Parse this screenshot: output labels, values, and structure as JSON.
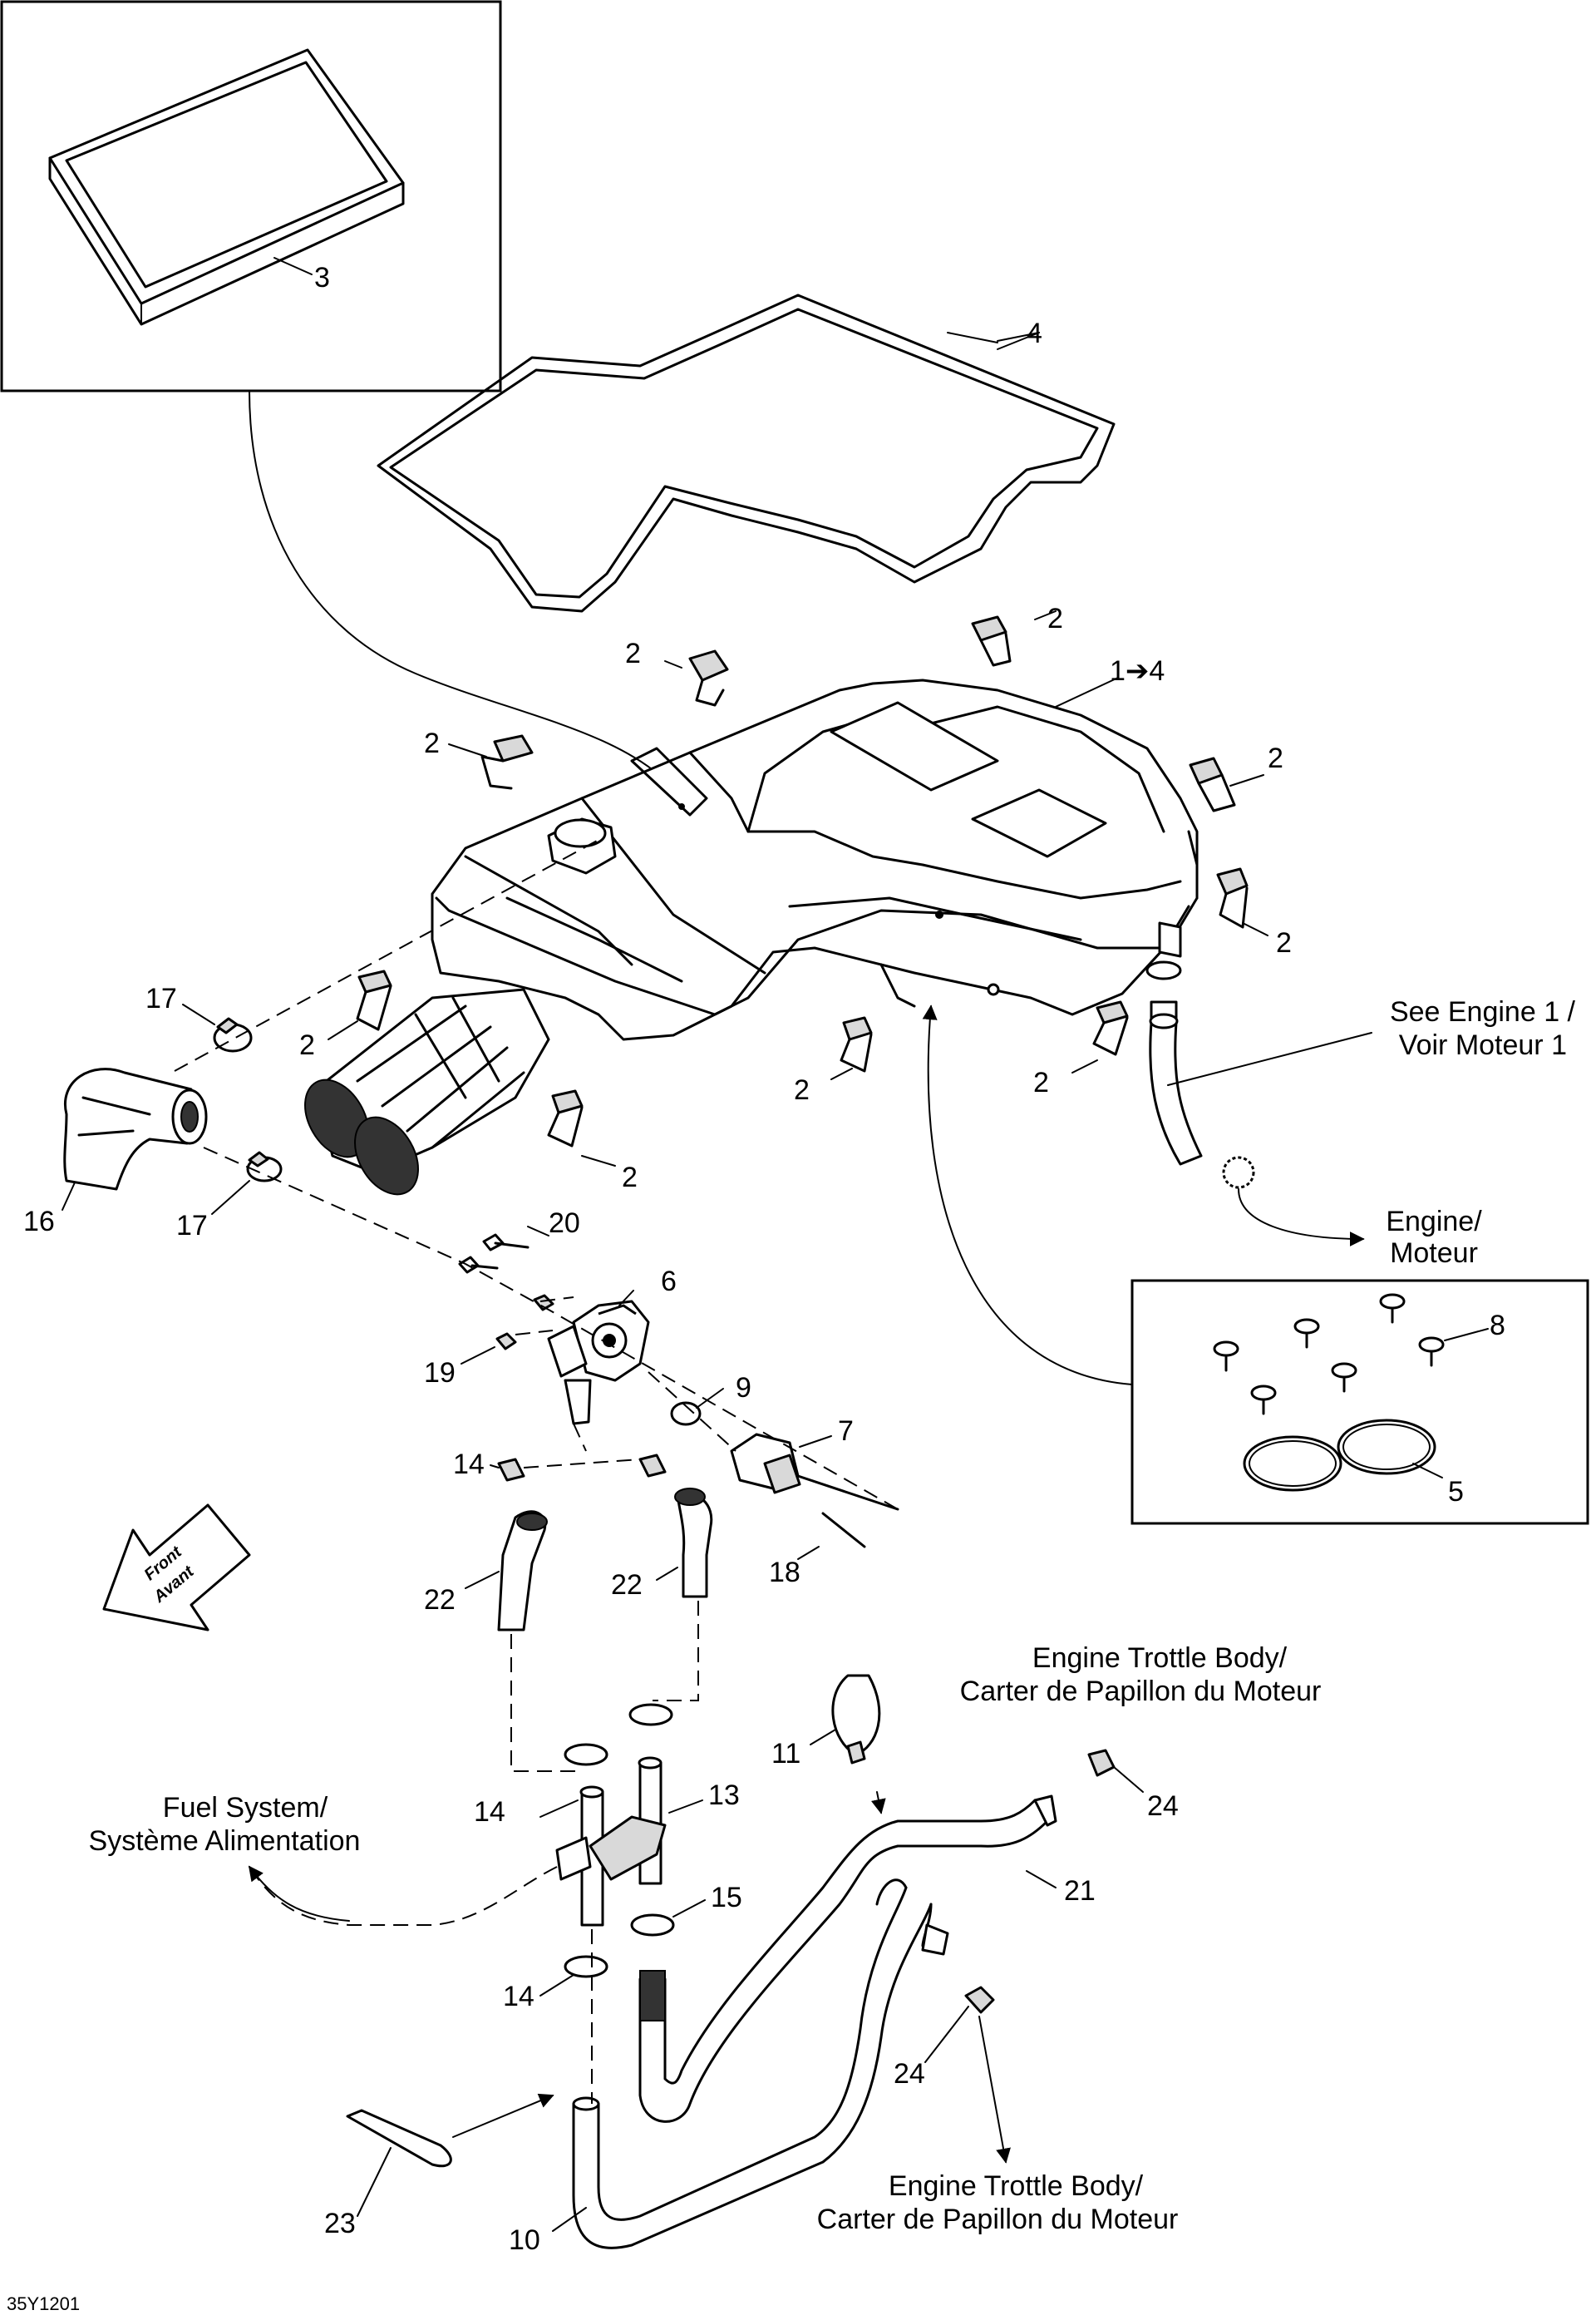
{
  "diagram": {
    "code": "35Y1201",
    "callouts": {
      "c1": "1➔4",
      "c2": "2",
      "c3": "3",
      "c4": "4",
      "c5": "5",
      "c6": "6",
      "c7": "7",
      "c8": "8",
      "c9": "9",
      "c10": "10",
      "c11": "11",
      "c13": "13",
      "c14": "14",
      "c15": "15",
      "c16": "16",
      "c17": "17",
      "c18": "18",
      "c19": "19",
      "c20": "20",
      "c21": "21",
      "c22": "22",
      "c23": "23",
      "c24": "24"
    },
    "notes": {
      "see_engine_en": "See Engine 1 /",
      "see_engine_fr": "Voir Moteur 1",
      "engine_en": "Engine/",
      "engine_fr": "Moteur",
      "throttle_en": "Engine Trottle Body/",
      "throttle_fr": "Carter de Papillon du Moteur",
      "fuel_en": "Fuel System/",
      "fuel_fr": "Système Alimentation"
    },
    "front_arrow": {
      "en": "Front",
      "fr": "Avant"
    }
  }
}
